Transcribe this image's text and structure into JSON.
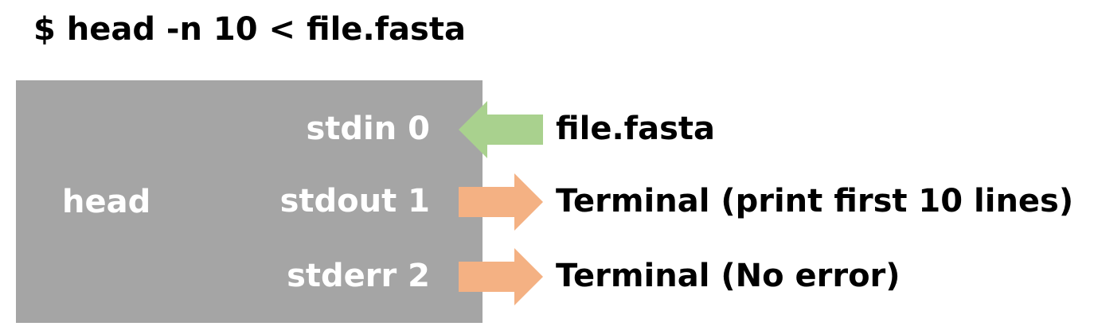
{
  "command": "$ head -n 10 < file.fasta",
  "process": {
    "name": "head",
    "box_color": "#a5a5a5"
  },
  "streams": [
    {
      "label": "stdin 0",
      "target": "file.fasta",
      "direction": "in",
      "arrow_color": "#a9d18e"
    },
    {
      "label": "stdout 1",
      "target": "Terminal (print first 10 lines)",
      "direction": "out",
      "arrow_color": "#f4b183"
    },
    {
      "label": "stderr 2",
      "target": "Terminal (No error)",
      "direction": "out",
      "arrow_color": "#f4b183"
    }
  ]
}
